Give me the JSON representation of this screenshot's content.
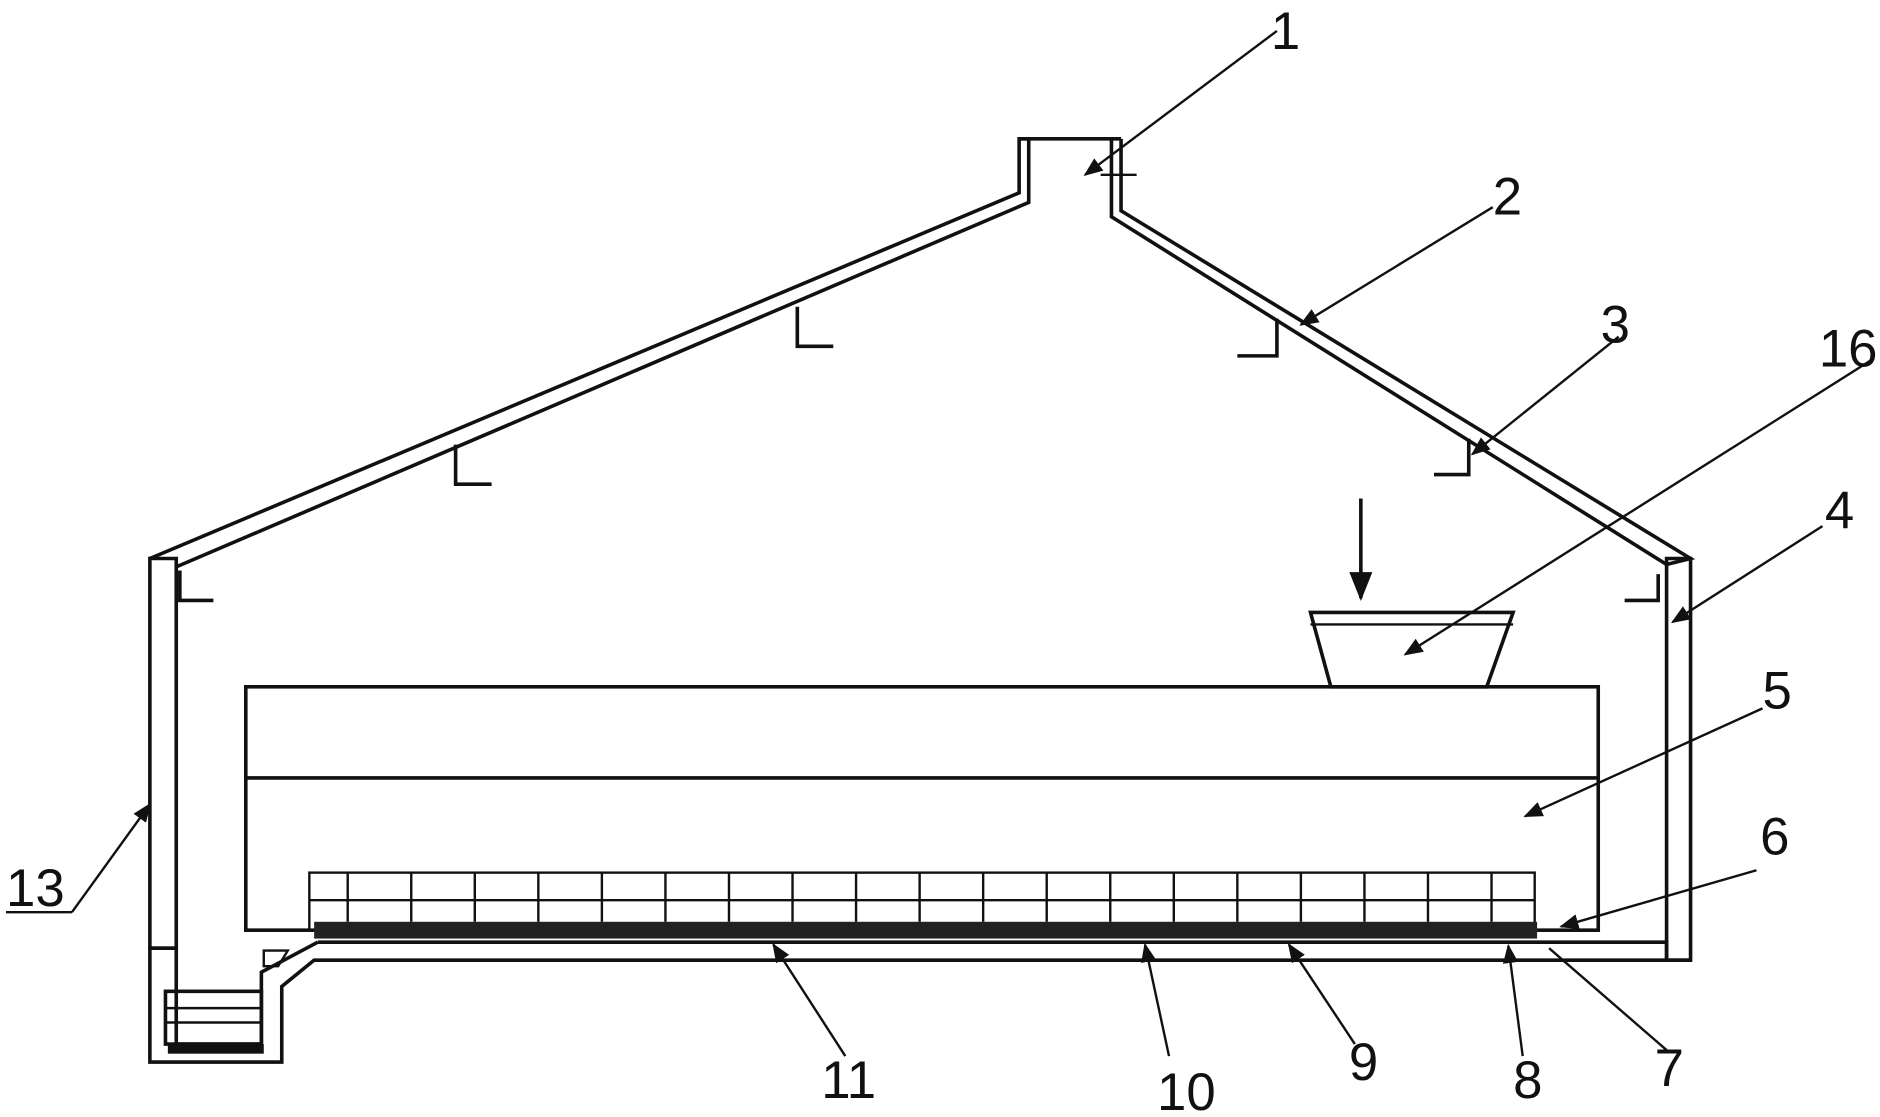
{
  "diagram": {
    "type": "patent cross-section drawing",
    "labels": [
      "1",
      "2",
      "3",
      "16",
      "4",
      "5",
      "6",
      "7",
      "8",
      "9",
      "10",
      "11",
      "13"
    ],
    "colors": {
      "line": "#111111",
      "background": "#ffffff"
    }
  }
}
